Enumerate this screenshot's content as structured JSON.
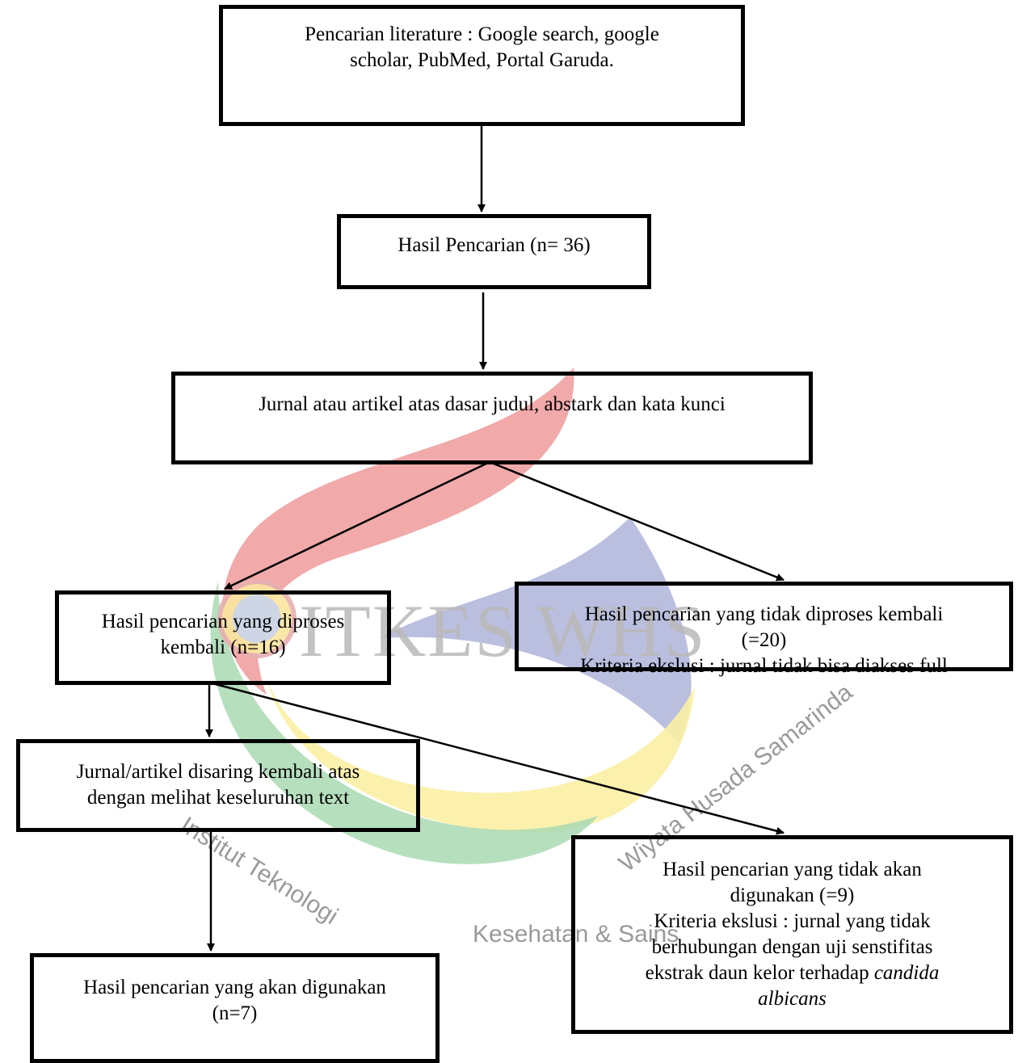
{
  "watermark": {
    "title": "ITKES WHS",
    "subtitle_left": "Institut Teknologi",
    "subtitle_mid": "Kesehatan & Sains",
    "subtitle_right": "Wiyata Husada Samarinda",
    "colors": {
      "red": "#ef9a9a",
      "blue": "#aeb4db",
      "yellow": "#fbf0a4",
      "green": "#a9d9b3"
    }
  },
  "boxes": {
    "search": {
      "line1": "Pencarian literature : Google search, google",
      "line2": "scholar, PubMed, Portal Garuda."
    },
    "results": {
      "text": "Hasil Pencarian (n= 36)"
    },
    "screening": {
      "text": "Jurnal atau artikel atas dasar judul, abstark dan kata kunci"
    },
    "processed": {
      "line1": "Hasil pencarian yang diproses",
      "line2": "kembali (n=16)"
    },
    "not_processed": {
      "line1": "Hasil pencarian yang tidak diproses kembali",
      "line2": "(=20)",
      "line3": "Kriteria ekslusi : jurnal tidak bisa diakses full"
    },
    "rescreen": {
      "line1": "Jurnal/artikel disaring kembali atas",
      "line2": "dengan melihat keseluruhan text"
    },
    "not_used": {
      "line1": "Hasil pencarian yang tidak akan",
      "line2": "digunakan (=9)",
      "line3": "Kriteria ekslusi : jurnal yang tidak",
      "line4": "berhubungan dengan uji senstifitas",
      "line5_pre": "ekstrak daun kelor terhadap",
      "line5_italic": "candida",
      "line6_italic": "albicans"
    },
    "used": {
      "line1": "Hasil pencarian yang akan digunakan",
      "line2": "(n=7)"
    }
  }
}
